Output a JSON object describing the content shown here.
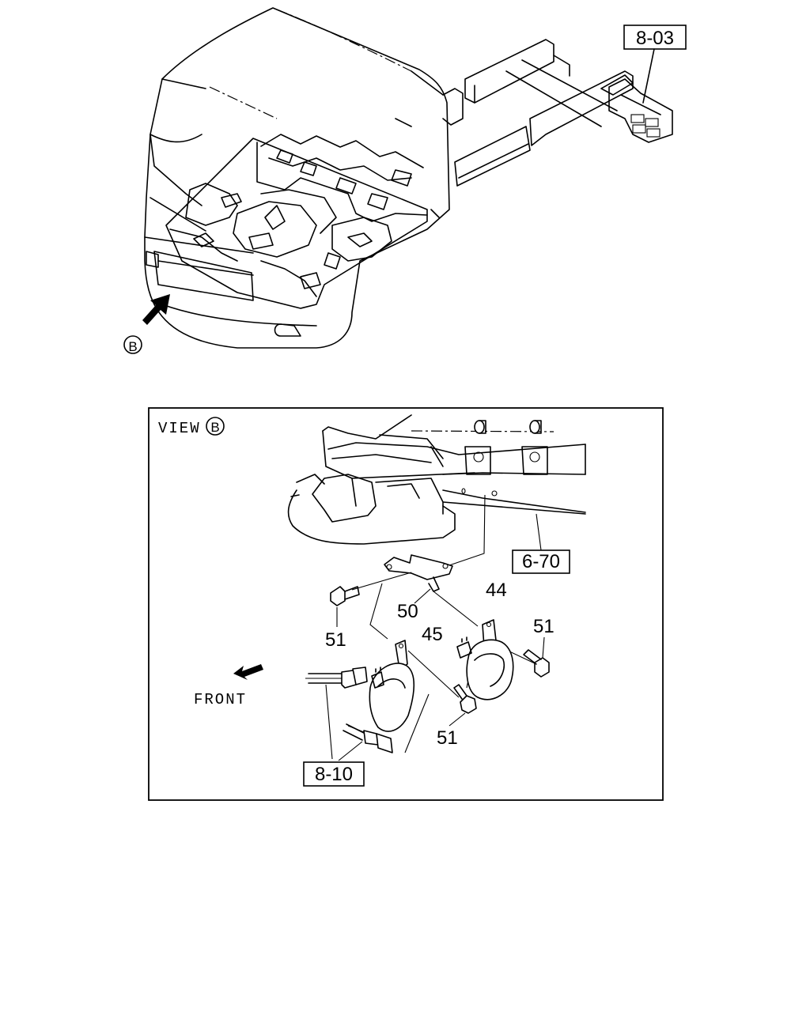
{
  "references": {
    "ref_8_03": "8-03",
    "ref_6_70": "6-70",
    "ref_8_10": "8-10"
  },
  "view_marker": "B",
  "view_title": "VIEW",
  "front_label": "FRONT",
  "parts": {
    "part_44": "44",
    "part_45": "45",
    "part_50": "50",
    "part_51_a": "51",
    "part_51_b": "51",
    "part_51_c": "51"
  }
}
